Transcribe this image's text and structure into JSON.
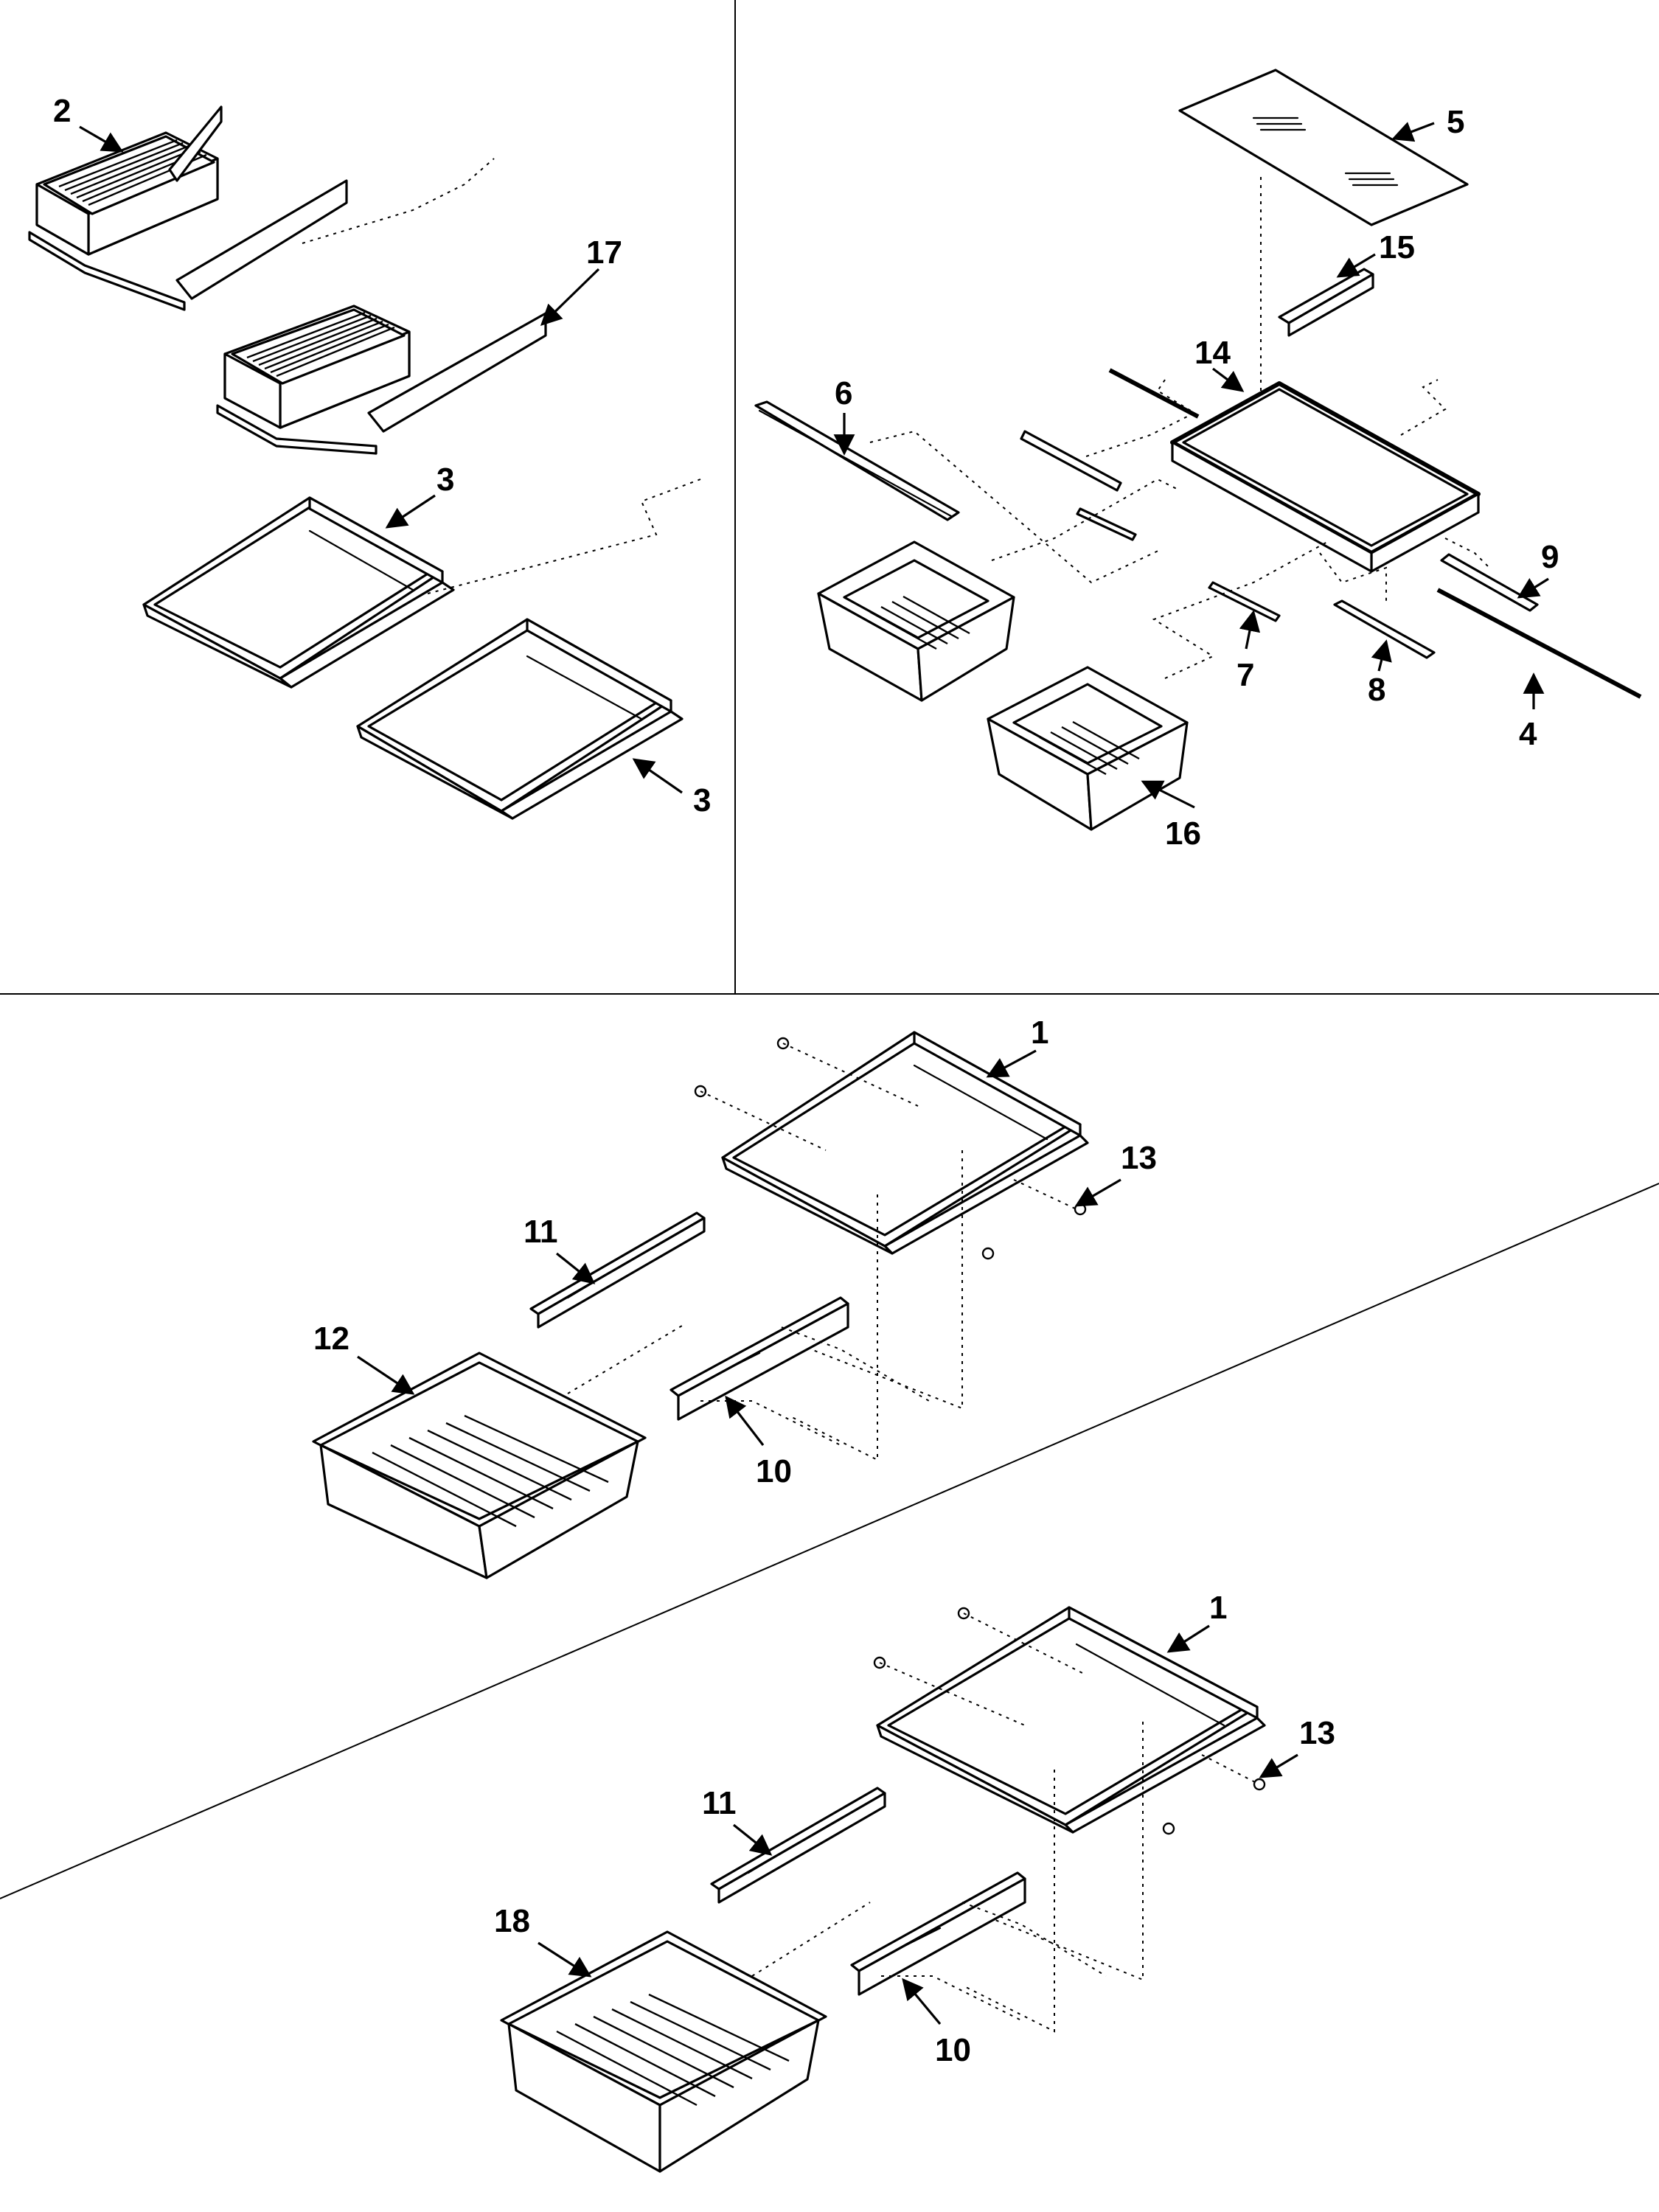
{
  "figure": {
    "type": "exploded-parts-diagram",
    "colors": {
      "line": "#000000",
      "background": "#ffffff"
    }
  },
  "callouts": {
    "c2": "2",
    "c17": "17",
    "c3a": "3",
    "c3b": "3",
    "c5": "5",
    "c15": "15",
    "c14": "14",
    "c6": "6",
    "c9": "9",
    "c7": "7",
    "c8": "8",
    "c4": "4",
    "c16": "16",
    "c1a": "1",
    "c13a": "13",
    "c11a": "11",
    "c12": "12",
    "c10a": "10",
    "c1b": "1",
    "c13b": "13",
    "c11b": "11",
    "c18": "18",
    "c10b": "10"
  }
}
